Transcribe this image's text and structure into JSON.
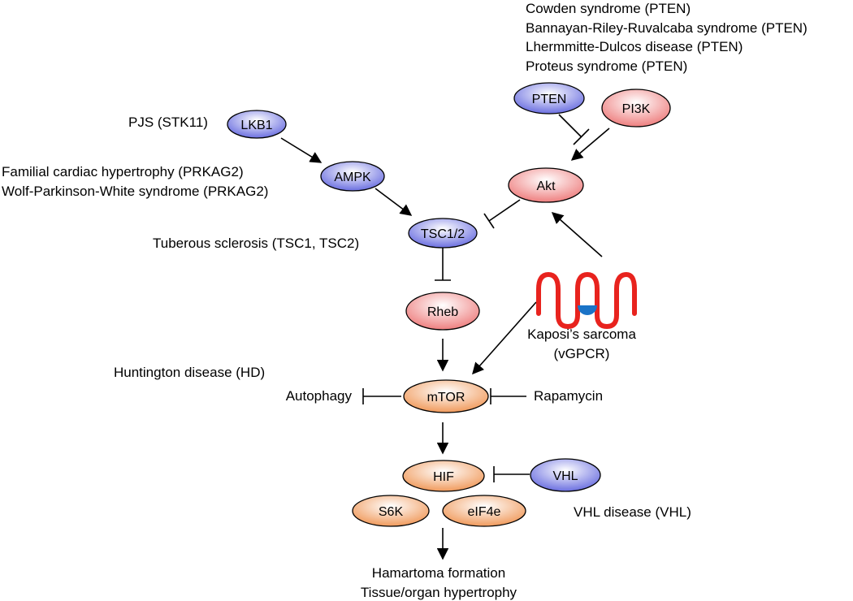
{
  "nodes": {
    "lkb1": "LKB1",
    "ampk": "AMPK",
    "tsc": "TSC1/2",
    "rheb": "Rheb",
    "pten": "PTEN",
    "pi3k": "PI3K",
    "akt": "Akt",
    "mtor": "mTOR",
    "hif": "HIF",
    "vhl": "VHL",
    "s6k": "S6K",
    "eif4e": "eIF4e"
  },
  "labels": {
    "pten_disease_1": "Cowden syndrome (PTEN)",
    "pten_disease_2": "Bannayan-Riley-Ruvalcaba syndrome (PTEN)",
    "pten_disease_3": "Lhermmitte-Dulcos disease (PTEN)",
    "pten_disease_4": "Proteus syndrome (PTEN)",
    "pjs": "PJS (STK11)",
    "ampk_disease_1": "Familial cardiac hypertrophy (PRKAG2)",
    "ampk_disease_2": "Wolf-Parkinson-White syndrome (PRKAG2)",
    "tsc_disease": "Tuberous sclerosis (TSC1, TSC2)",
    "kaposi_1": "Kaposi’s sarcoma",
    "kaposi_2": "(vGPCR)",
    "huntington": "Huntington disease (HD)",
    "autophagy": "Autophagy",
    "rapamycin": "Rapamycin",
    "vhl_disease": "VHL disease (VHL)",
    "outcome_1": "Hamartoma formation",
    "outcome_2": "Tissue/organ hypertrophy"
  },
  "colors": {
    "blue_node": "#7b7fe6",
    "red_node": "#f08c8c",
    "orange_node": "#f2a46a",
    "receptor": "#e8231e",
    "g_protein": "#1a73c7"
  }
}
